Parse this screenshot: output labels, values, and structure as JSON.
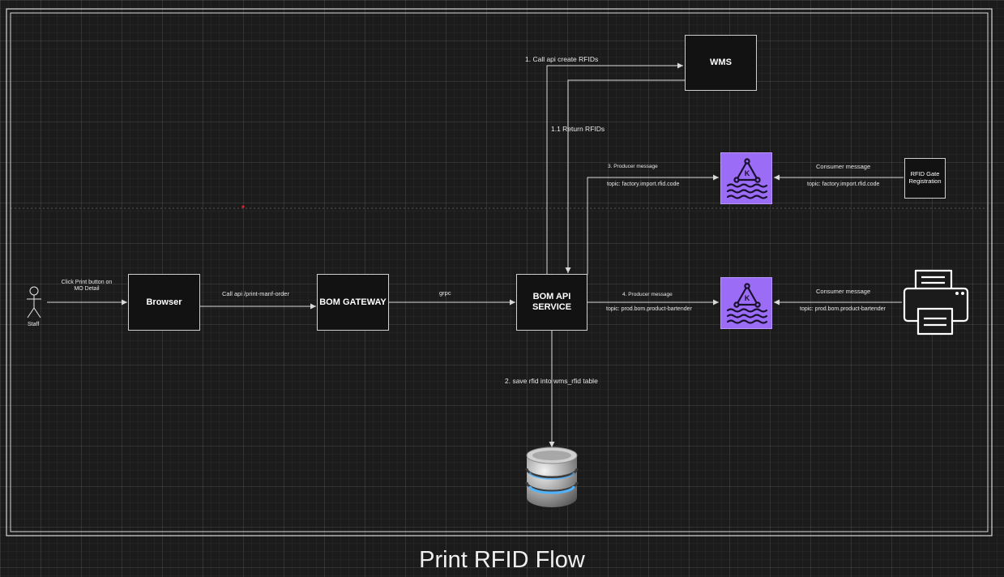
{
  "title": "Print RFID Flow",
  "actor": {
    "label": "Staff"
  },
  "nodes": {
    "browser": "Browser",
    "bom_gateway": "BOM GATEWAY",
    "bom_api_service_line1": "BOM API",
    "bom_api_service_line2": "SERVICE",
    "wms": "WMS",
    "rfid_gate_line1": "RFID Gate",
    "rfid_gate_line2": "Registration"
  },
  "edges": {
    "click_print_line1": "Click Print button on",
    "click_print_line2": "MO Detail",
    "call_api_print": "Call api /print-manf-order",
    "grpc": "grpc",
    "call_api_create": "1. Call api create RFIDs",
    "return_rfids": "1.1 Return RFIDs",
    "producer_3": "3. Producer message",
    "topic_factory": "topic: factory.import.rfid.code",
    "consumer_1": "Consumer message",
    "topic_factory_2": "topic: factory.import.rfid.code",
    "producer_4": "4. Producer message",
    "topic_prod": "topic: prod.bom.product-bartender",
    "consumer_2": "Consumer message",
    "topic_prod_2": "topic: prod.bom.product-bartender",
    "save_rfid": "2. save rfid into wms_rfid table"
  },
  "icons": {
    "kafka_top": "kafka-icon",
    "kafka_bottom": "kafka-icon",
    "printer": "printer-icon",
    "database": "database-icon",
    "actor": "stick-figure-icon"
  },
  "colors": {
    "background": "#1b1b1b",
    "box_border": "#cfcfcf",
    "kafka_fill": "#9b6cf5",
    "arrow": "#d9d9d9"
  }
}
